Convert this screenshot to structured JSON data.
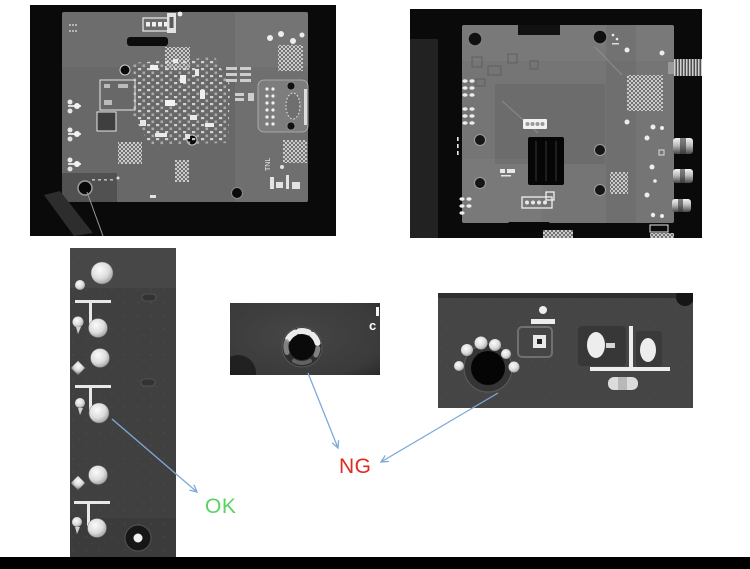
{
  "annotations": {
    "ok": {
      "text": "OK",
      "color": "#5bd263"
    },
    "ng": {
      "text": "NG",
      "color": "#e02b1f"
    },
    "arrow_color": "#7fa9d9"
  },
  "photos": {
    "board_solder_side": {
      "silkscreen_label": "TNL"
    },
    "closeup_center_hole": {
      "silkscreen_label": "c"
    }
  },
  "footer_bar": {
    "color": "#000000"
  }
}
